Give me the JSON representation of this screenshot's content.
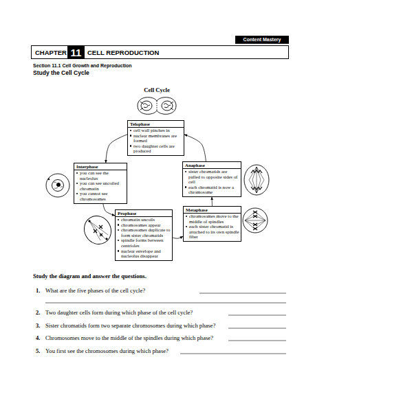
{
  "diagram": {
    "title": "Cell Cycle",
    "nodes": [
      {
        "text": [
          "Content Mastery"
        ]
      },
      {
        "text": [
          "CHAPTER",
          "CELL REPRODUCTION"
        ]
      },
      {
        "text": [
          "11"
        ],
        "in": 1
      },
      {
        "text": [
          "Telophase",
          "cell wall pinches in",
          "nuclear membranes are formed",
          "two daughter cells are produced"
        ]
      },
      {
        "text": [
          "Interphase",
          "you can see the nucleolus",
          "you can see uncoiled chromatin",
          "you cannot see chromosomes"
        ]
      },
      {
        "text": [
          "Anaphase",
          "sister chromatids are pulled to opposite sides of cell",
          "each chromatid is now a chromosome"
        ]
      },
      {
        "text": [
          "Prophase",
          "chromatin uncoils",
          "chromosomes appear",
          "chromosomes duplicate to form sister chromatids",
          "spindle forms between centrioles",
          "nuclear envelope and nucleolus disappear"
        ]
      },
      {
        "text": [
          "Metaphase",
          "chromosomes move to the middle of spindles",
          "each sister chromatid is attached to its own spindle fiber"
        ]
      }
    ],
    "edges": [
      {
        "from": 4,
        "to": 6,
        "arrow": "to"
      },
      {
        "from": 6,
        "to": 7,
        "arrow": "to"
      },
      {
        "from": 7,
        "to": 5,
        "arrow": "to"
      },
      {
        "from": 5,
        "to": 3,
        "arrow": "to"
      },
      {
        "from": 3,
        "to": 4,
        "arrow": "to"
      }
    ],
    "labels": [
      "Section 11.1 Cell Growth and Reproduction",
      "Study the Cell Cycle",
      "Study the diagram and answer the questions.",
      "1.",
      "What are the five phases of the cell cycle?",
      "2.",
      "Two daughter cells form during which phase of the cell cycle?",
      "3.",
      "Sister chromatids form two separate chromosomes during which phase?",
      "4.",
      "Chromosomes move to the middle of the spindles during which phase?",
      "5.",
      "You first see the chromosomes during which phase?"
    ]
  }
}
